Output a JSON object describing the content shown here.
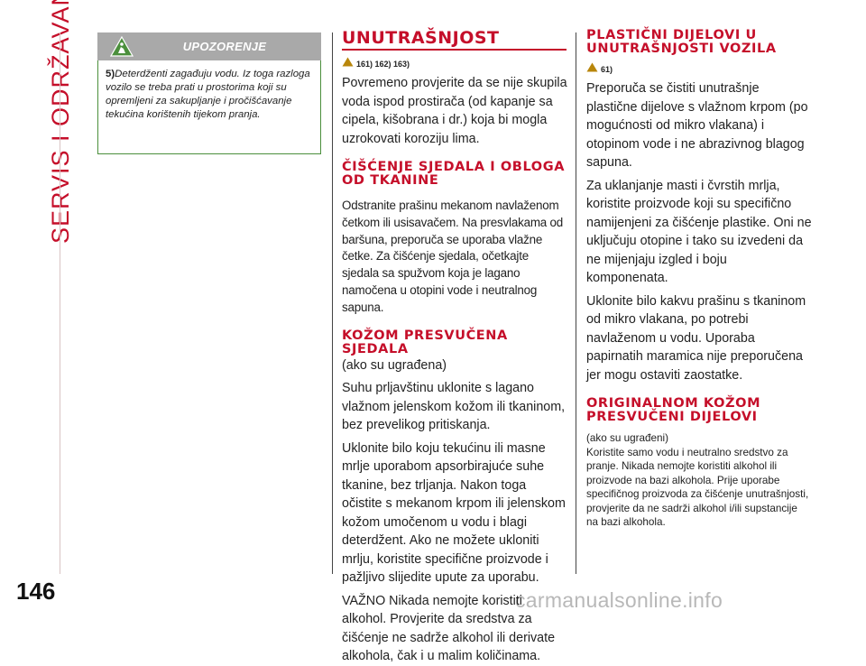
{
  "sidebar": {
    "section_title": "SERVIS I ODRŽAVANJE"
  },
  "page": {
    "number": "146",
    "watermark": "carmanualsonline.info"
  },
  "warning": {
    "heading": "UPOZORENJE",
    "note_number": "5)",
    "note_text": "Deterdženti zagađuju vodu. Iz toga razloga vozilo se treba prati u prostorima koji su opremljeni za sakupljanje i pročišćavanje tekućina korištenih tijekom pranja.",
    "icon": "warning-triangle-icon",
    "icon_color": "#4b8f3c"
  },
  "interior": {
    "title": "UNUTRAŠNJOST",
    "refs": "161) 162) 163)",
    "p1": "Povremeno provjerite da se nije skupila voda ispod prostirača (od kapanje sa cipela, kišobrana i dr.) koja bi mogla uzrokovati koroziju lima.",
    "fabric_heading": "ČIŠĆENJE SJEDALA I OBLOGA OD TKANINE",
    "fabric_text": "Odstranite prašinu mekanom navlaženom četkom ili usisavačem. Na presvlakama od baršuna, preporuča se uporaba vlažne četke. Za čišćenje sjedala, očetkajte sjedala sa spužvom koja je lagano namočena u otopini vode i neutralnog sapuna.",
    "leather_heading": "KOŽOM PRESVUČENA SJEDALA",
    "leather_sub": "(ako su ugrađena)",
    "leather_p1": "Suhu prljavštinu uklonite s lagano vlažnom jelenskom kožom ili tkaninom, bez prevelikog pritiskanja.",
    "leather_p2": "Uklonite bilo koju tekućinu ili masne mrlje uporabom apsorbirajuće suhe tkanine, bez trljanja. Nakon toga očistite s mekanom krpom ili jelenskom kožom umočenom u vodu i blagi deterdžent. Ako ne možete ukloniti mrlju, koristite specifične proizvode i pažljivo slijedite upute za uporabu.",
    "leather_p3": "VAŽNO Nikada nemojte koristiti alkohol. Provjerite da sredstva za čišćenje ne sadrže alkohol ili derivate alkohola, čak i u malim količinama."
  },
  "plastics": {
    "title": "PLASTIČNI DIJELOVI U UNUTRAŠNJOSTI VOZILA",
    "refs": "61)",
    "p1": "Preporuča se čistiti unutrašnje plastične dijelove s vlažnom krpom (po mogućnosti od mikro vlakana) i otopinom vode i ne abrazivnog blagog sapuna.",
    "p2": "Za uklanjanje masti i čvrstih mrlja, koristite proizvode koji su specifično namijenjeni za čišćenje plastike. Oni ne uključuju otopine i tako su izvedeni da ne mijenjaju izgled i boju komponenata.",
    "p3": "Uklonite bilo kakvu prašinu s tkaninom od mikro vlakana, po potrebi navlaženom u vodu. Uporaba papirnatih maramica nije preporučena jer mogu ostaviti zaostatke.",
    "leather_heading": "ORIGINALNOM KOŽOM PRESVUČENI DIJELOVI",
    "leather_sub": "(ako su ugrađeni)",
    "leather_text": "Koristite samo vodu i neutralno sredstvo za pranje. Nikada nemojte koristiti alkohol ili proizvode na bazi alkohola. Prije uporabe specifičnog proizvoda za čišćenje unutrašnjosti, provjerite da ne sadrži alkohol i/ili supstancije na bazi alkohola."
  },
  "colors": {
    "accent_red": "#c50f2a",
    "warning_green": "#4b8f3c",
    "warning_grey": "#a9a9a9"
  }
}
